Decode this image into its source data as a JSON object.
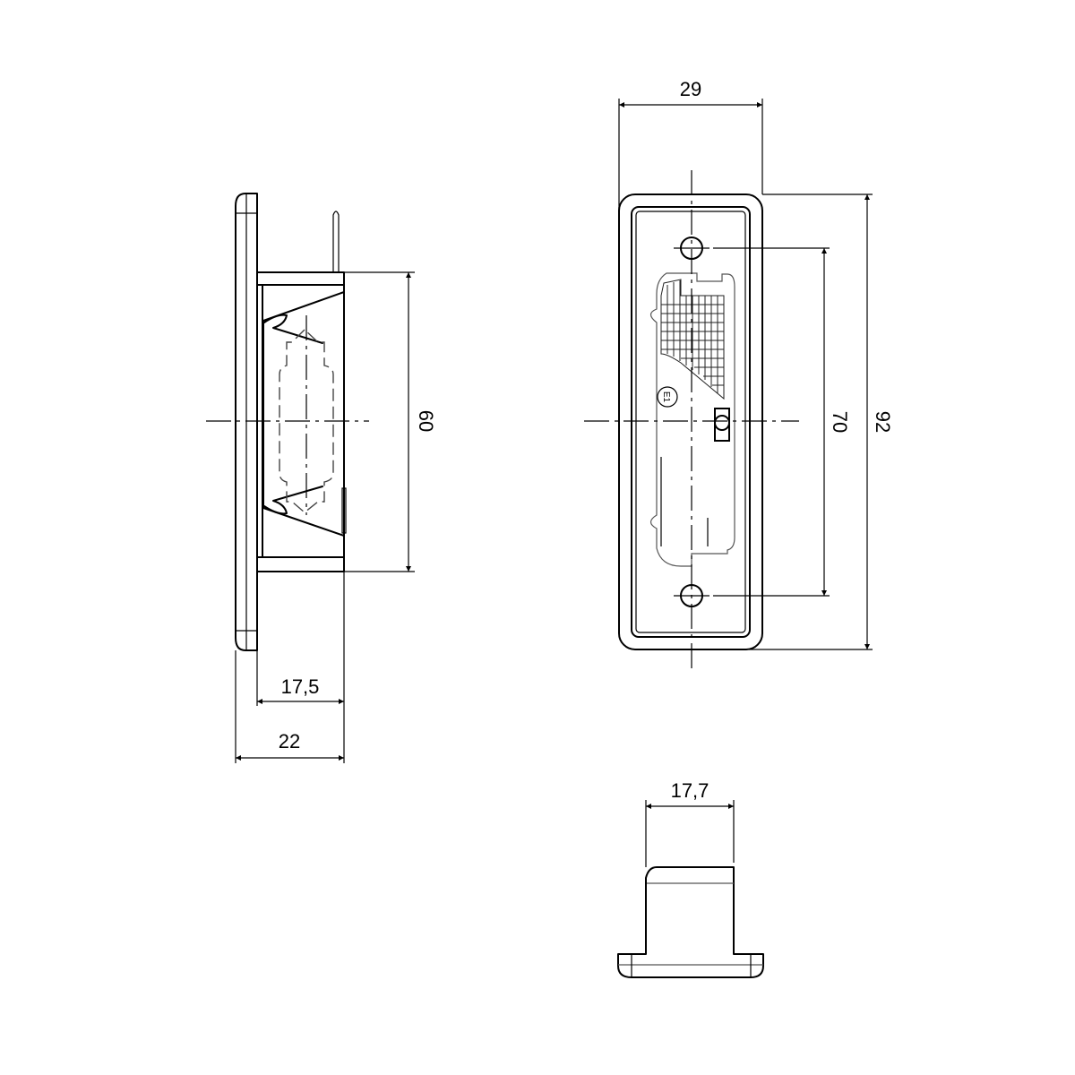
{
  "drawing": {
    "type": "technical-drawing",
    "subject": "licence plate lamp - side, front and bottom views",
    "colors": {
      "line": "#000000",
      "background": "#ffffff"
    }
  },
  "views": {
    "side": {
      "dimensions": {
        "height": "60",
        "body_depth": "17,5",
        "total_depth": "22"
      }
    },
    "front": {
      "dimensions": {
        "width": "29",
        "hole_spacing": "70",
        "total_height": "92"
      },
      "mark": "E1"
    },
    "bottom": {
      "dimensions": {
        "width": "17,7"
      }
    }
  }
}
